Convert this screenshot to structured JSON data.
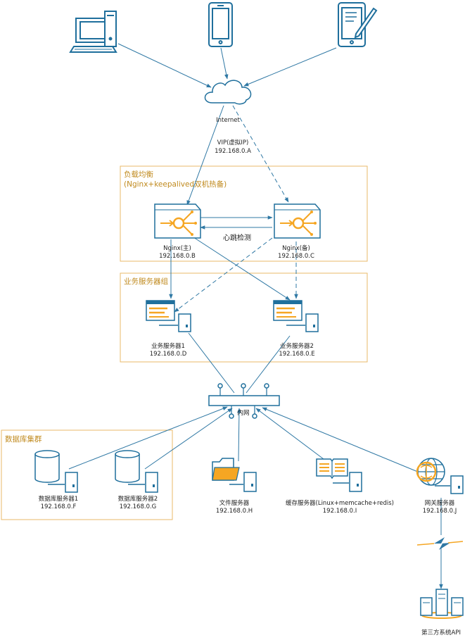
{
  "colors": {
    "line": "#2f78a4",
    "icon": "#1f6f9c",
    "accent": "#f5a623",
    "group": "#e8b96a",
    "group_text": "#c08a1e"
  },
  "icons": {
    "desktop": "desktop-computer-icon",
    "phone": "smartphone-icon",
    "tablet": "tablet-pen-icon",
    "cloud": "cloud-icon",
    "lb": "load-balancer-icon",
    "app": "app-server-icon",
    "switch": "network-switch-icon",
    "db": "database-server-icon",
    "file": "file-server-icon",
    "cache": "cache-server-icon",
    "gateway": "gateway-globe-icon",
    "third": "third-party-server-cluster-icon",
    "bolt": "lightning-link-icon"
  },
  "labels": {
    "internet": "Internet",
    "vip_title": "VIP(虚拟IP)",
    "vip_ip": "192.168.0.A",
    "heartbeat": "心跳检测",
    "lan": "内网"
  },
  "groups": {
    "lb": {
      "title": "负载均衡",
      "subtitle": "(Nginx+keepalived双机热备)"
    },
    "app": {
      "title": "业务服务器组"
    },
    "db": {
      "title": "数据库集群"
    }
  },
  "nodes": {
    "nginx_master": {
      "name": "Nginx(主)",
      "ip": "192.168.0.B"
    },
    "nginx_backup": {
      "name": "Nginx(备)",
      "ip": "192.168.0.C"
    },
    "app1": {
      "name": "业务服务器1",
      "ip": "192.168.0.D"
    },
    "app2": {
      "name": "业务服务器2",
      "ip": "192.168.0.E"
    },
    "db1": {
      "name": "数据库服务器1",
      "ip": "192.168.0.F"
    },
    "db2": {
      "name": "数据库服务器2",
      "ip": "192.168.0.G"
    },
    "file": {
      "name": "文件服务器",
      "ip": "192.168.0.H"
    },
    "cache": {
      "name": "缓存服务器(Linux+memcache+redis)",
      "ip": "192.168.0.I"
    },
    "gateway": {
      "name": "网关服务器",
      "ip": "192.168.0.J"
    },
    "third": {
      "name": "第三方系统API"
    }
  }
}
